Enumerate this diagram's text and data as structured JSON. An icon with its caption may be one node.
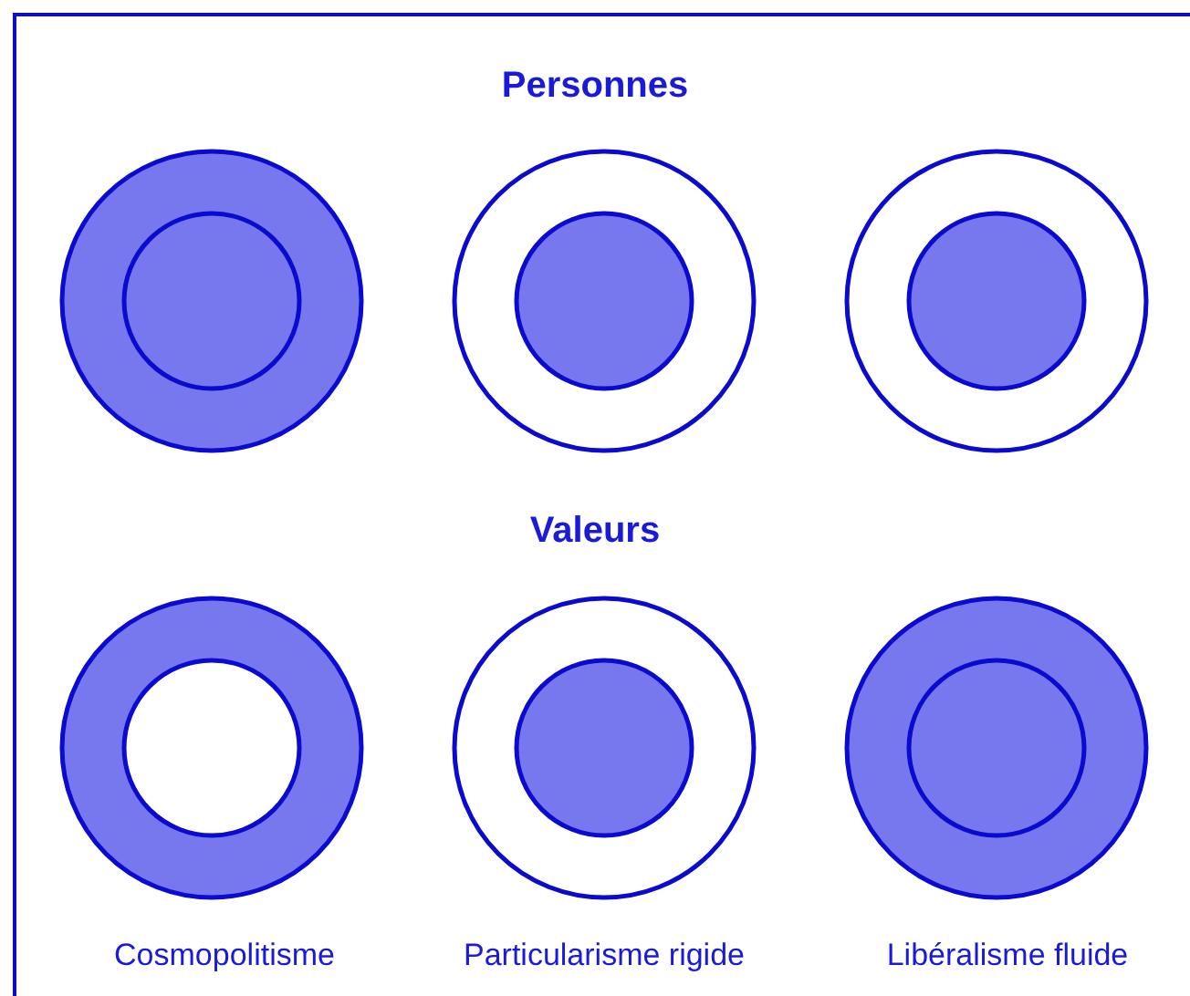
{
  "diagram": {
    "labels": [
      "Personnes",
      "Valeurs",
      "Cosmopolitisme",
      "Particularisme rigide",
      "Libéralisme fluide"
    ]
  }
}
